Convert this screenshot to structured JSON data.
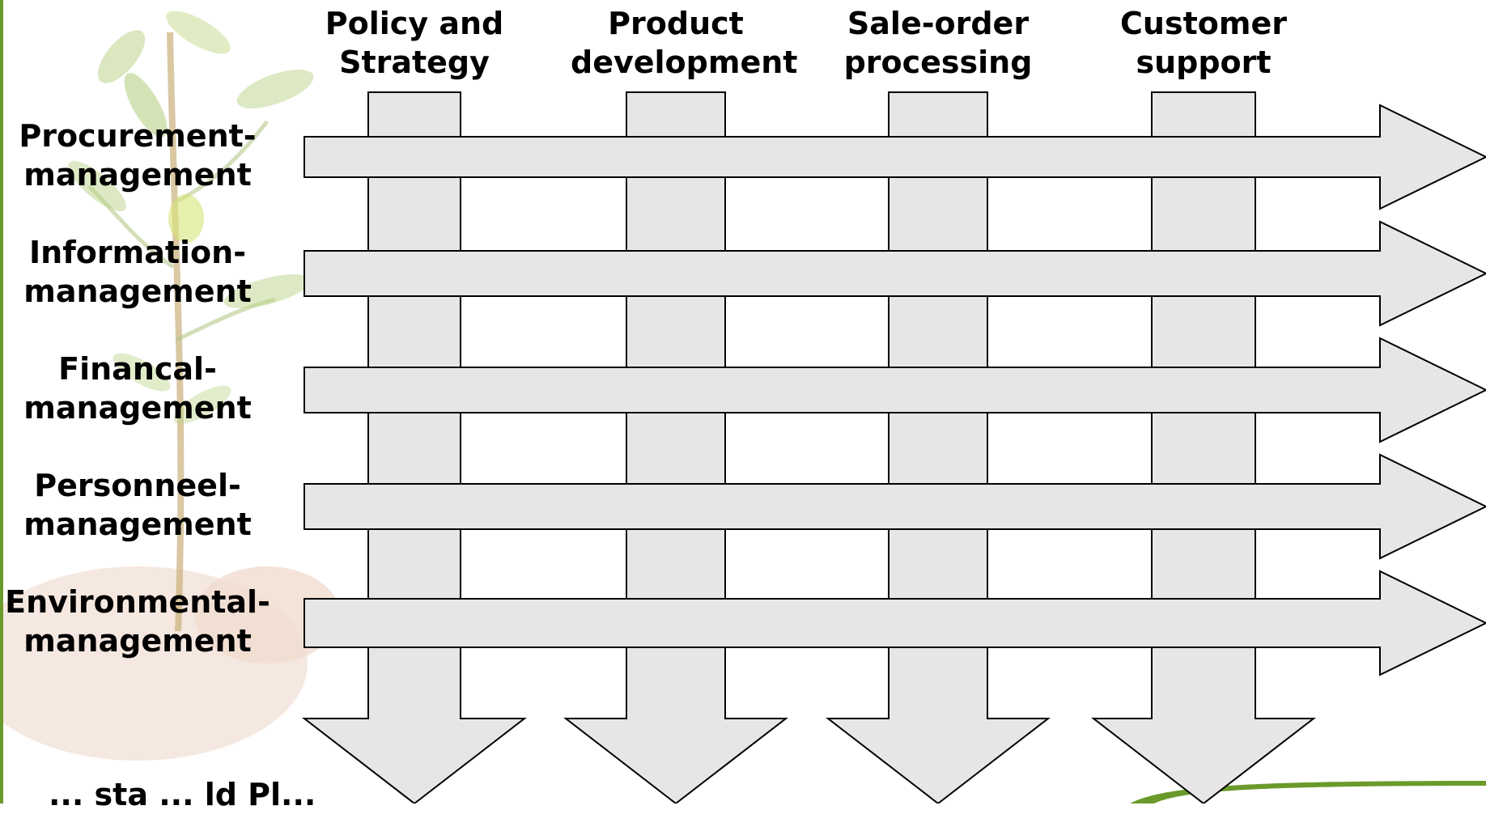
{
  "columns": [
    {
      "line1": "Policy and",
      "line2": "Strategy"
    },
    {
      "line1": "Product",
      "line2": "development"
    },
    {
      "line1": "Sale-order",
      "line2": "processing"
    },
    {
      "line1": "Customer",
      "line2": "support"
    }
  ],
  "rows": [
    {
      "line1": "Procurement-",
      "line2": "management"
    },
    {
      "line1": "Information-",
      "line2": "management"
    },
    {
      "line1": "Financal-",
      "line2": "management"
    },
    {
      "line1": "Personneel-",
      "line2": "management"
    },
    {
      "line1": "Environmental-",
      "line2": "management"
    }
  ],
  "footer": "... sta ... ld Pl...",
  "colors": {
    "arrow_fill": "#e6e6e6",
    "arrow_stroke": "#000000",
    "accent_green": "#6a9a2a"
  }
}
